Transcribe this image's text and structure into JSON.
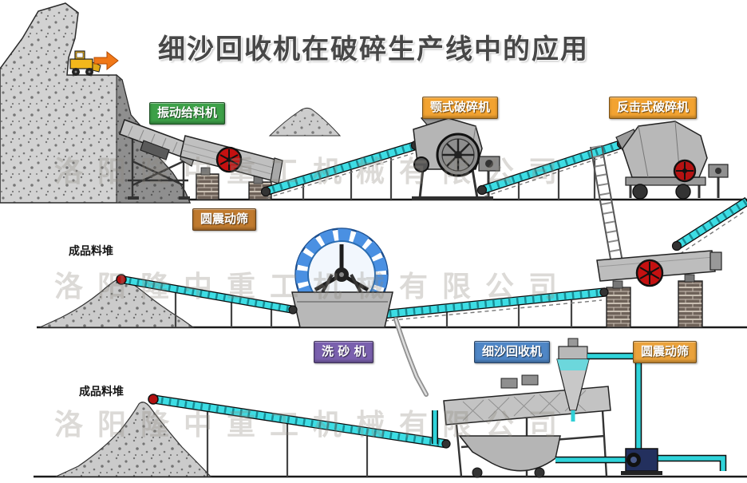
{
  "title": "细沙回收机在破碎生产线中的应用",
  "watermark": "洛阳隆中重工机械有限公司",
  "labels": {
    "vibrating_feeder": "振动给料机",
    "jaw_crusher": "颚式破碎机",
    "impact_crusher": "反击式破碎机",
    "circular_screen_top": "圆震动筛",
    "sand_washer": "洗 砂 机",
    "fine_sand_recycler": "细沙回收机",
    "circular_screen_bottom": "圆震动筛",
    "stockpile_middle": "成品料堆",
    "stockpile_bottom": "成品料堆"
  },
  "colors": {
    "vibrating_feeder_bg": "#3da048",
    "jaw_crusher_bg": "#f2a331",
    "impact_crusher_bg": "#f2a331",
    "circular_screen_top_bg": "#c07a2e",
    "sand_washer_bg": "#7a60ae",
    "fine_sand_recycler_bg": "#4f86c6",
    "circular_screen_bottom_bg": "#eaa23c",
    "conveyor_belt": "#3ddde4",
    "flywheel_red": "#c41111",
    "washer_wheel_blue": "#4a90e2",
    "pump_navy": "#23305e"
  }
}
